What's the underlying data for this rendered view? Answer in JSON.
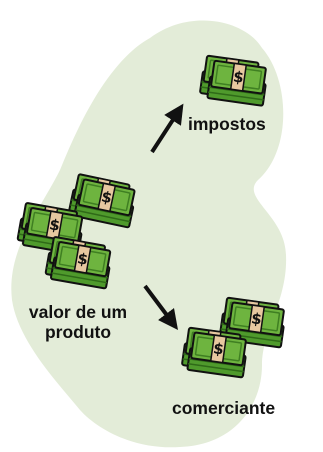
{
  "labels": {
    "impostos": "impostos",
    "comerciante": "comerciante",
    "valor_line1": "valor de um",
    "valor_line2": "produto"
  },
  "colors": {
    "background_blob": "#e3ecd8",
    "bill_green": "#6eb43f",
    "bill_dark": "#3f7f22",
    "band": "#e7c8a0",
    "ink": "#111111"
  },
  "icons": {
    "money_stack": "money-stack-icon",
    "arrow": "arrow-icon"
  }
}
